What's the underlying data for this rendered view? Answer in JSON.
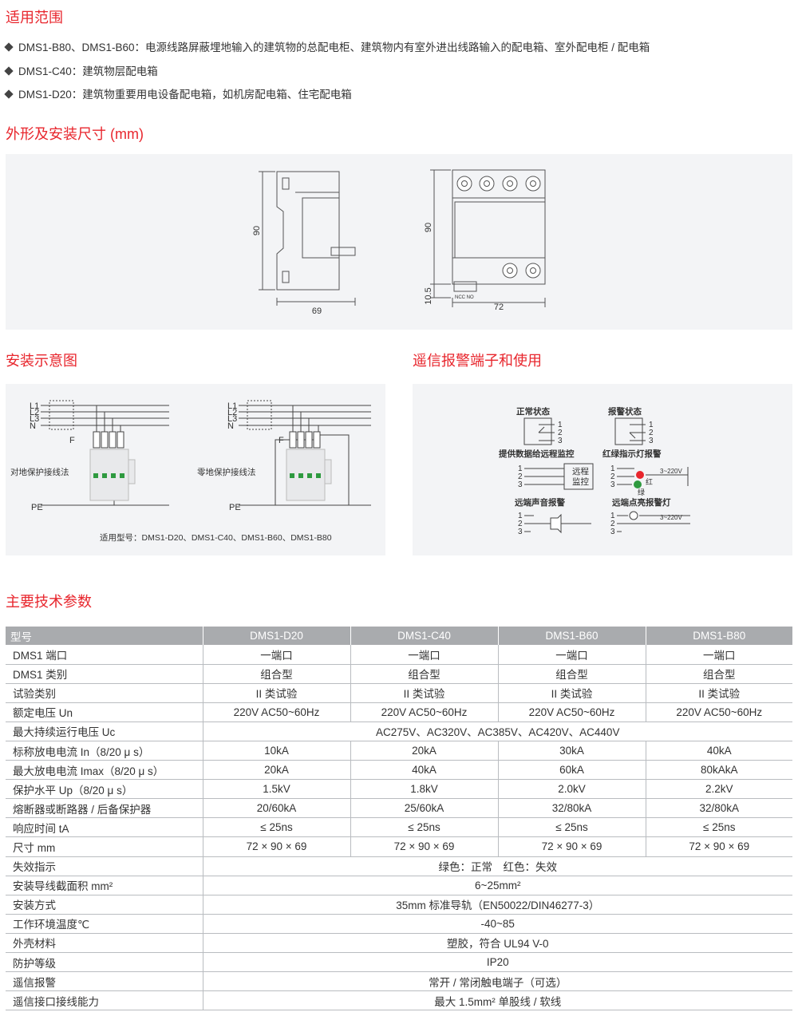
{
  "sections": {
    "application": "适用范围",
    "dimensions": "外形及安装尺寸 (mm)",
    "install": "安装示意图",
    "remote": "遥信报警端子和使用",
    "params": "主要技术参数"
  },
  "application_items": [
    "DMS1-B80、DMS1-B60：电源线路屏蔽埋地输入的建筑物的总配电柜、建筑物内有室外进出线路输入的配电箱、室外配电柜 / 配电箱",
    "DMS1-C40：建筑物层配电箱",
    "DMS1-D20：建筑物重要用电设备配电箱，如机房配电箱、住宅配电箱"
  ],
  "dim_drawing": {
    "side_height": "90",
    "side_width": "69",
    "front_height": "90",
    "front_bottom": "10.5",
    "front_width": "72",
    "terminal_label": "NCC NO"
  },
  "install_diagram": {
    "lines": [
      "L1",
      "L2",
      "L3",
      "N"
    ],
    "fuse": "F",
    "pe": "PE",
    "left_caption": "对地保护接线法",
    "right_caption": "零地保护接线法",
    "models_note": "适用型号：DMS1-D20、DMS1-C40、DMS1-B60、DMS1-B80"
  },
  "remote_diagram": {
    "normal_state": "正常状态",
    "alarm_state": "报警状态",
    "terminals": [
      "1",
      "2",
      "3"
    ],
    "remote_data": "提供数据给远程监控",
    "remote_box_line1": "远程",
    "remote_box_line2": "监控",
    "lamp_alarm": "红绿指示灯报警",
    "voltage": "3~220V",
    "red": "红",
    "green": "绿",
    "sound_alarm": "远端声音报警",
    "light_alarm": "远端点亮报警灯",
    "red_color": "#e8262d",
    "green_color": "#2e9a3f"
  },
  "table": {
    "headers": [
      "型号",
      "DMS1-D20",
      "DMS1-C40",
      "DMS1-B60",
      "DMS1-B80"
    ],
    "rows": [
      {
        "label": "DMS1 端口",
        "values": [
          "一端口",
          "一端口",
          "一端口",
          "一端口"
        ]
      },
      {
        "label": "DMS1 类别",
        "values": [
          "组合型",
          "组合型",
          "组合型",
          "组合型"
        ]
      },
      {
        "label": "试验类别",
        "values": [
          "II 类试验",
          "II 类试验",
          "II 类试验",
          "II 类试验"
        ]
      },
      {
        "label": "额定电压 Un",
        "values": [
          "220V AC50~60Hz",
          "220V AC50~60Hz",
          "220V AC50~60Hz",
          "220V AC50~60Hz"
        ]
      },
      {
        "label": "最大持续运行电压 Uc",
        "span": "AC275V、AC320V、AC385V、AC420V、AC440V"
      },
      {
        "label": "标称放电电流 In（8/20 μ s）",
        "values": [
          "10kA",
          "20kA",
          "30kA",
          "40kA"
        ]
      },
      {
        "label": "最大放电电流 Imax（8/20 μ s）",
        "values": [
          "20kA",
          "40kA",
          "60kA",
          "80kAkA"
        ]
      },
      {
        "label": "保护水平 Up（8/20 μ s）",
        "values": [
          "1.5kV",
          "1.8kV",
          "2.0kV",
          "2.2kV"
        ]
      },
      {
        "label": "熔断器或断路器 / 后备保护器",
        "values": [
          "20/60kA",
          "25/60kA",
          "32/80kA",
          "32/80kA"
        ]
      },
      {
        "label": "响应时间 tA",
        "values": [
          "≤ 25ns",
          "≤ 25ns",
          "≤ 25ns",
          "≤ 25ns"
        ]
      },
      {
        "label": "尺寸 mm",
        "values": [
          "72 × 90 × 69",
          "72 × 90 × 69",
          "72 × 90 × 69",
          "72 × 90 × 69"
        ]
      },
      {
        "label": "失效指示",
        "span": "绿色：正常　红色：失效"
      },
      {
        "label": "安装导线截面积 mm²",
        "span": "6~25mm²"
      },
      {
        "label": "安装方式",
        "span": "35mm 标准导轨（EN50022/DIN46277-3）"
      },
      {
        "label": "工作环境温度℃",
        "span": "-40~85"
      },
      {
        "label": "外壳材料",
        "span": "塑胶，符合 UL94 V-0"
      },
      {
        "label": "防护等级",
        "span": "IP20"
      },
      {
        "label": "遥信报警",
        "span": "常开 / 常闭触电端子（可选）"
      },
      {
        "label": "遥信接口接线能力",
        "span": "最大 1.5mm² 单股线 / 软线"
      }
    ]
  }
}
